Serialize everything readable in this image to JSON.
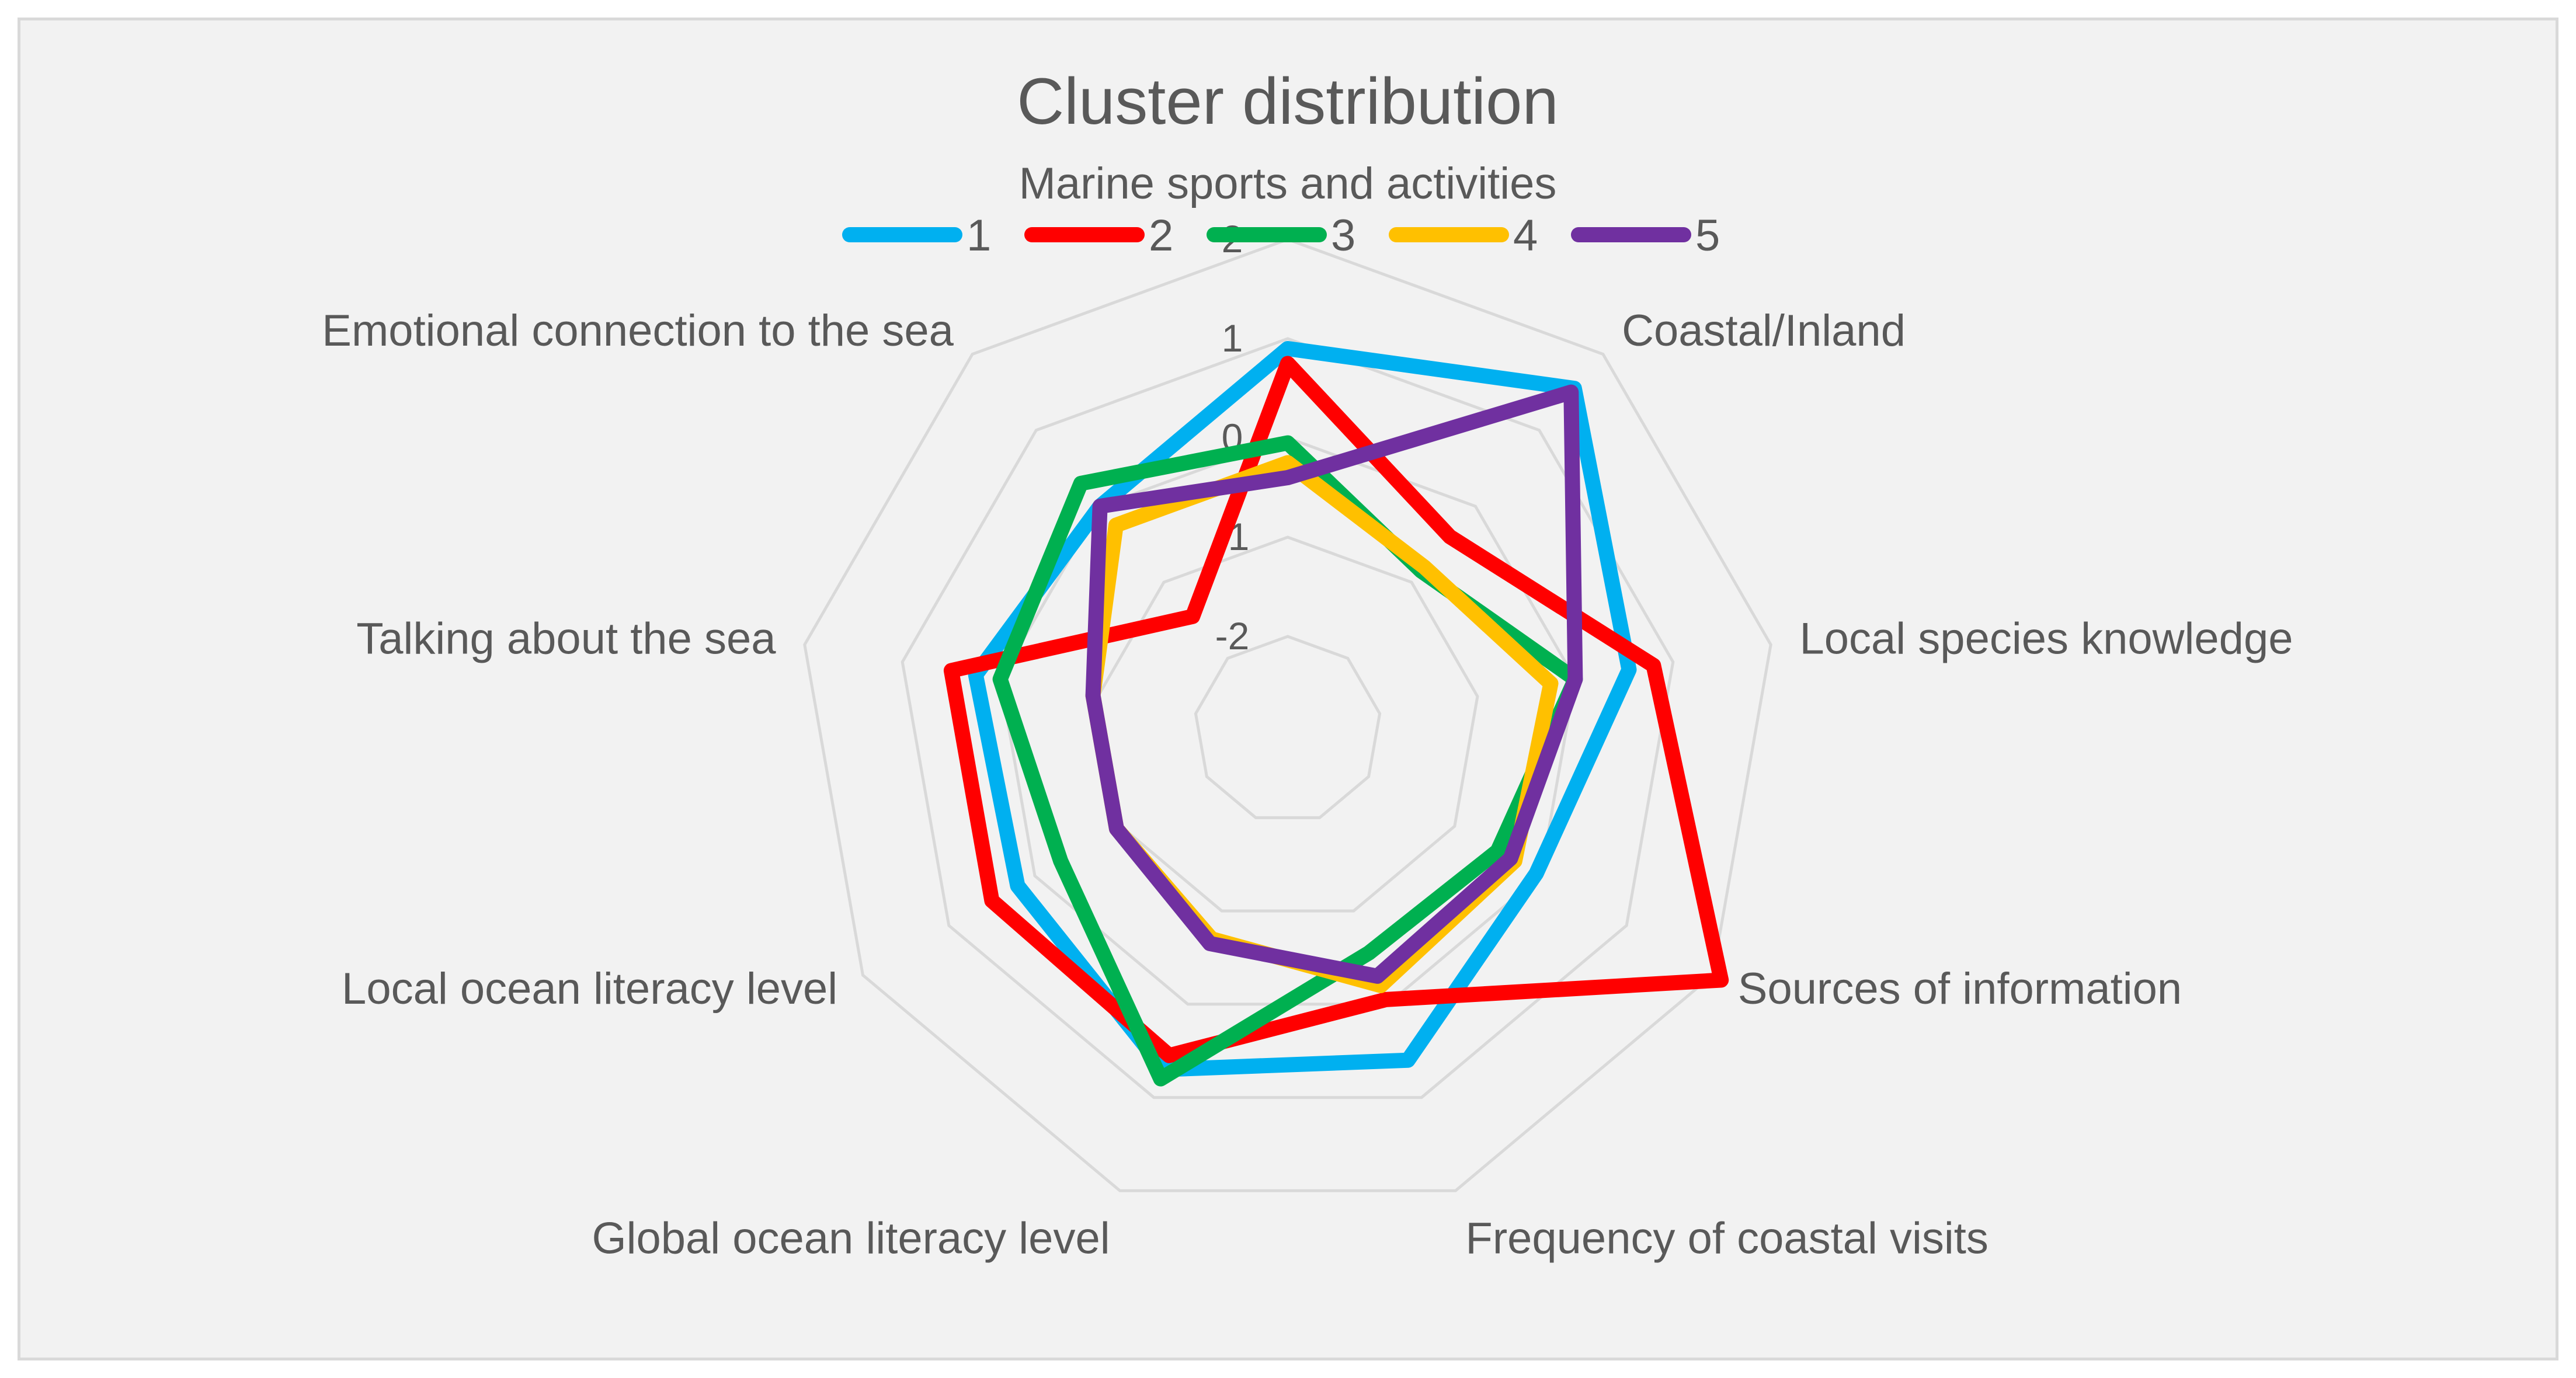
{
  "chart_data": {
    "type": "radar",
    "title": "Cluster distribution",
    "legend_position": "top",
    "range": [
      -2,
      2
    ],
    "ticks": [
      "-2",
      "-1",
      "0",
      "1",
      "2"
    ],
    "tick_values": [
      -2,
      -1,
      0,
      1,
      2
    ],
    "grid": true,
    "categories": [
      "Marine sports and activities",
      "Coastal/Inland",
      "Local species knowledge",
      "Sources of information",
      "Frequency of coastal visits",
      "Global ocean literacy level",
      "Local ocean literacy level",
      "Talking about the sea",
      "Emotional connection to the sea"
    ],
    "series": [
      {
        "name": "1",
        "color": "#00b0f0",
        "values": [
          0.9,
          1.55,
          0.55,
          -0.05,
          0.6,
          0.7,
          0.2,
          0.25,
          0.0
        ]
      },
      {
        "name": "2",
        "color": "#ff0000",
        "values": [
          0.75,
          -0.4,
          0.8,
          2.1,
          -0.05,
          0.55,
          0.5,
          0.5,
          -1.45
        ]
      },
      {
        "name": "3",
        "color": "#00b050",
        "values": [
          -0.05,
          -0.85,
          0.0,
          -0.5,
          -0.55,
          0.8,
          -0.3,
          0.0,
          0.3
        ]
      },
      {
        "name": "4",
        "color": "#ffc000",
        "values": [
          -0.25,
          -0.8,
          -0.25,
          -0.3,
          -0.2,
          -0.7,
          -0.95,
          -0.95,
          -0.25
        ]
      },
      {
        "name": "5",
        "color": "#7030a0",
        "values": [
          -0.4,
          1.5,
          0.0,
          -0.35,
          -0.3,
          -0.65,
          -0.95,
          -0.95,
          0.0
        ]
      }
    ]
  }
}
